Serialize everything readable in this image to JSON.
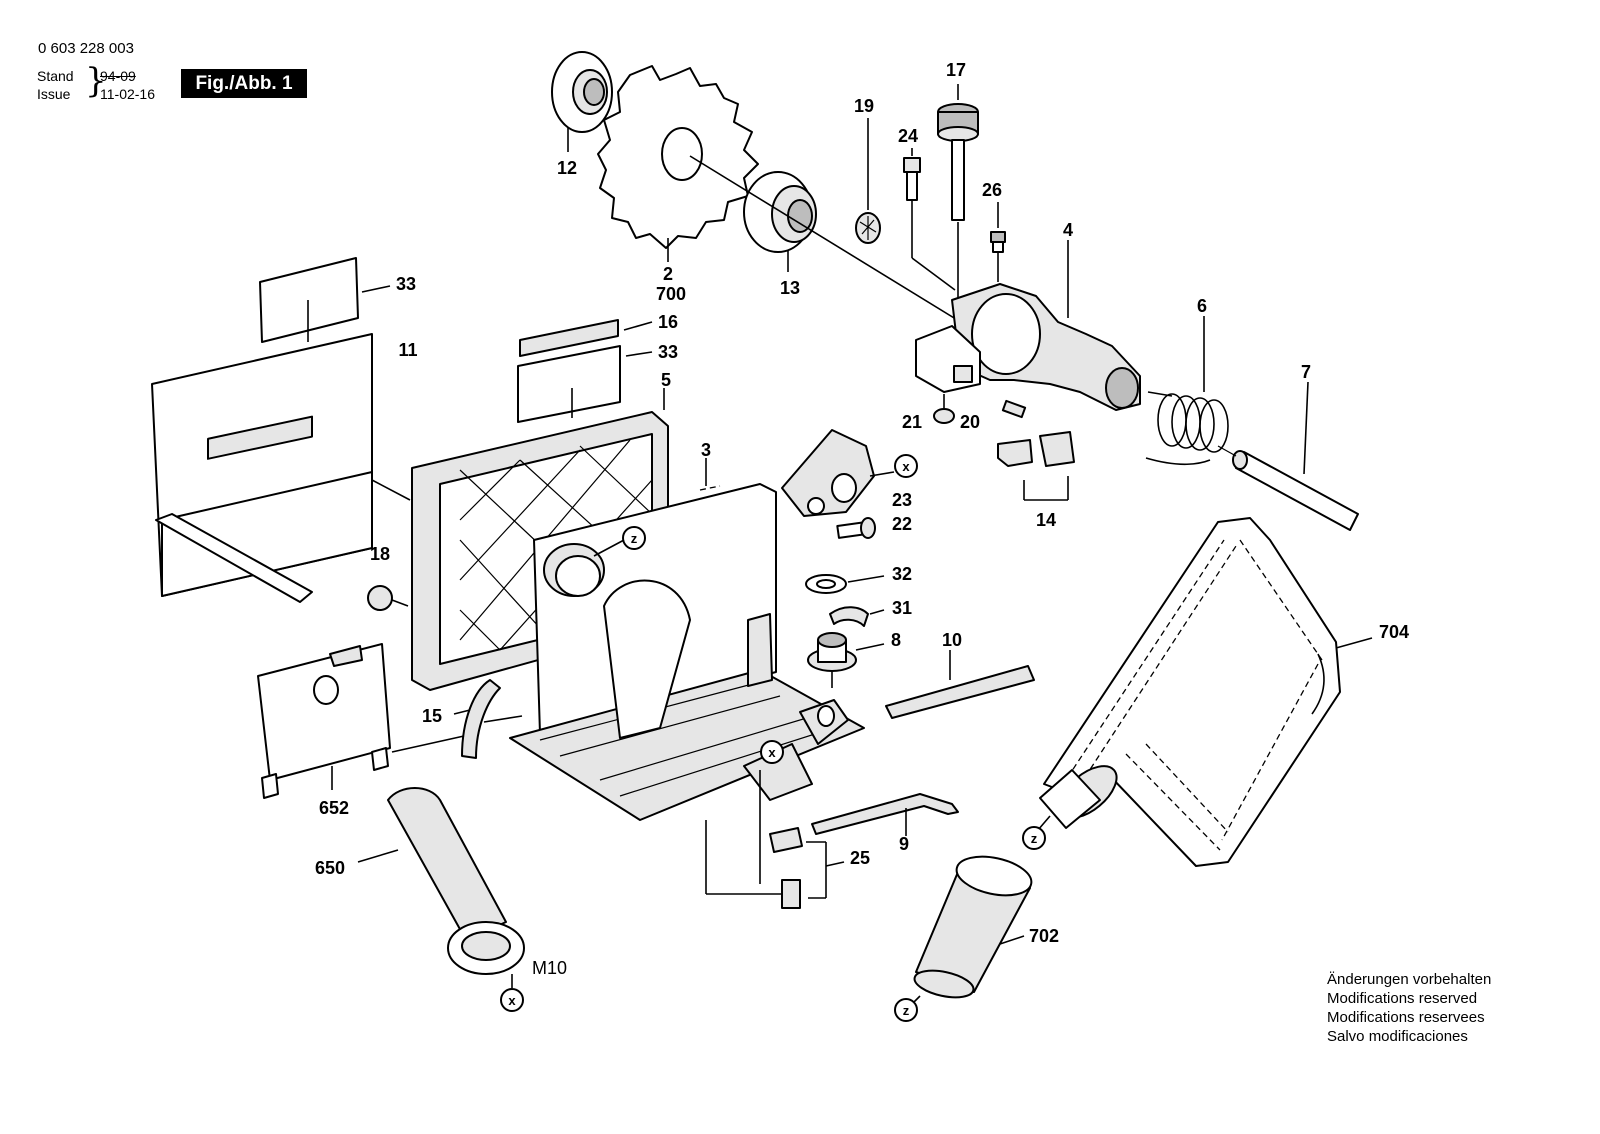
{
  "header": {
    "doc_number": "0 603 228 003",
    "stand_label": "Stand",
    "stand_value": "94-09",
    "issue_label": "Issue",
    "issue_value": "11-02-16",
    "figure_label": "Fig./Abb. 1"
  },
  "part_numbers": {
    "p2": "2",
    "p700": "700",
    "p3": "3",
    "p4": "4",
    "p5": "5",
    "p6": "6",
    "p7": "7",
    "p8": "8",
    "p9": "9",
    "p10": "10",
    "p11": "11",
    "p12": "12",
    "p13": "13",
    "p14": "14",
    "p15": "15",
    "p16": "16",
    "p17": "17",
    "p18": "18",
    "p19": "19",
    "p20": "20",
    "p21": "21",
    "p22": "22",
    "p23": "23",
    "p24": "24",
    "p25": "25",
    "p26": "26",
    "p31": "31",
    "p32": "32",
    "p33a": "33",
    "p33b": "33",
    "p650": "650",
    "p652": "652",
    "p702": "702",
    "p704": "704"
  },
  "thread_label": "M10",
  "connection_markers": {
    "x": "x",
    "z": "z"
  },
  "footer_notes": [
    "Änderungen vorbehalten",
    "Modifications reserved",
    "Modifications reservees",
    "Salvo modificaciones"
  ]
}
